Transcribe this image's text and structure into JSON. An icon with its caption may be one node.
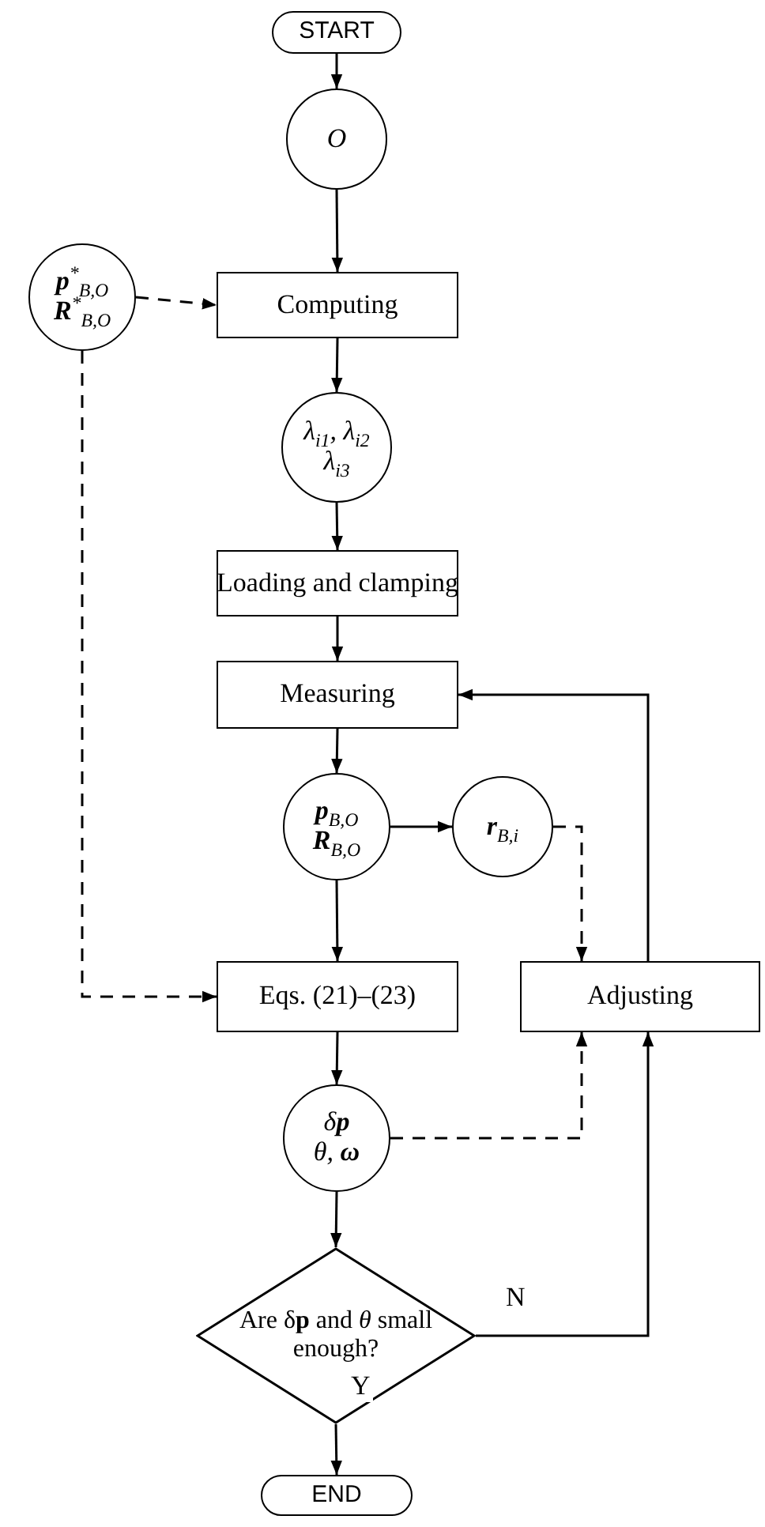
{
  "diagram": {
    "nodes": [
      {
        "text": [
          "START"
        ]
      },
      {
        "text": [
          "*O*"
        ]
      },
      {
        "text": [
          "**p**$^{*}$$_{B,O}$",
          "**R**$^{*}$$_{B,O}$"
        ]
      },
      {
        "text": [
          "Computing"
        ]
      },
      {
        "text": [
          "λ$_{i1}$, λ$_{i2}$ λ$_{i3}$"
        ]
      },
      {
        "text": [
          "Loading and clamping"
        ]
      },
      {
        "text": [
          "Measuring"
        ]
      },
      {
        "text": [
          "**p**$_{B,O}$",
          "**R**$_{B,O}$"
        ]
      },
      {
        "text": [
          "**r**$_{B,i}$"
        ]
      },
      {
        "text": [
          "Eqs. (21)–(23)"
        ]
      },
      {
        "text": [
          "Adjusting"
        ]
      },
      {
        "text": [
          "δ**p**",
          "θ, **ω**"
        ]
      },
      {
        "text": [
          "Are δ**p** and *θ* small enough?"
        ]
      },
      {
        "text": [
          "END"
        ]
      }
    ],
    "edges": [
      {
        "from": 0,
        "to": 1,
        "arrow": "to"
      },
      {
        "from": 1,
        "to": 3,
        "arrow": "to"
      },
      {
        "from": 2,
        "to": 3,
        "arrow": "to",
        "style": "dashed"
      },
      {
        "from": 3,
        "to": 4,
        "arrow": "to"
      },
      {
        "from": 4,
        "to": 5,
        "arrow": "to"
      },
      {
        "from": 5,
        "to": 6,
        "arrow": "to"
      },
      {
        "from": 6,
        "to": 7,
        "arrow": "to"
      },
      {
        "from": 7,
        "to": 8,
        "arrow": "to"
      },
      {
        "from": 7,
        "to": 9,
        "arrow": "to"
      },
      {
        "from": 2,
        "to": 9,
        "arrow": "to",
        "style": "dashed"
      },
      {
        "from": 8,
        "to": 10,
        "arrow": "to",
        "style": "dashed"
      },
      {
        "from": 9,
        "to": 11,
        "arrow": "to"
      },
      {
        "from": 11,
        "to": 10,
        "arrow": "to",
        "style": "dashed"
      },
      {
        "from": 11,
        "to": 12,
        "arrow": "to"
      },
      {
        "from": 12,
        "to": 10,
        "arrow": "to",
        "label": "N"
      },
      {
        "from": 12,
        "to": 13,
        "arrow": "to",
        "label": "Y"
      },
      {
        "from": 10,
        "to": 6,
        "arrow": "to"
      }
    ]
  }
}
